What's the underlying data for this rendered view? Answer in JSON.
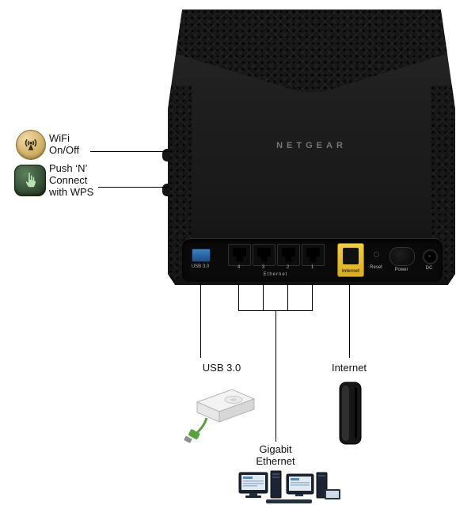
{
  "router": {
    "brand": "NETGEAR",
    "rear_ports": {
      "usb": "USB 3.0",
      "ethernet_numbers": [
        "4",
        "3",
        "2",
        "1"
      ],
      "ethernet": "Ethernet",
      "internet": "Internet",
      "reset": "Reset",
      "power": "Power",
      "dc": "DC"
    }
  },
  "callouts": {
    "wifi": "WiFi\nOn/Off",
    "wps": "Push ‘N’\nConnect\nwith WPS",
    "usb": "USB 3.0",
    "internet": "Internet",
    "gigabit": "Gigabit\nEthernet"
  },
  "colors": {
    "internet_port": "#e9c431",
    "usb_port": "#2e6fb7",
    "wifi_badge": "#d8b96e",
    "wps_badge": "#3c5a3a"
  }
}
